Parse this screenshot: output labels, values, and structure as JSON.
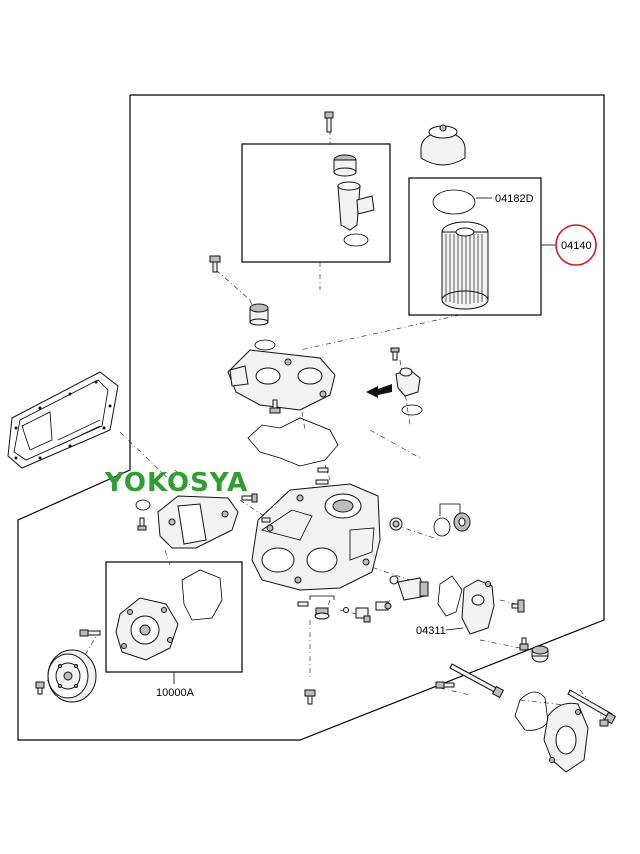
{
  "watermark": {
    "text": "YOKOSYA",
    "color": "#2e9e2e"
  },
  "highlight": {
    "label": "04140",
    "circle_color": "#cc1f2b"
  },
  "labels": {
    "gasket_filter": "04182D",
    "housing_sensor": "04311",
    "water_pump": "10000A"
  },
  "icons": {
    "direction_arrow": "arrow-left-icon"
  }
}
